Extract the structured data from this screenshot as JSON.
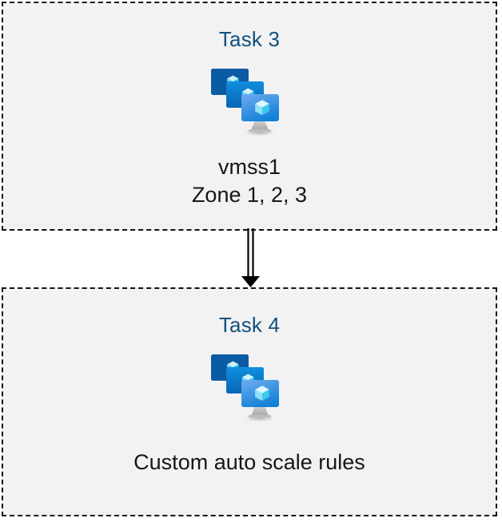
{
  "diagram": {
    "background_color": "#ffffff",
    "box_fill_color": "#f2f2f2",
    "box_border_color": "#141414",
    "title_color": "#12517e",
    "caption_color": "#161616",
    "connector_color": "#000000"
  },
  "boxes": [
    {
      "id": "task3",
      "title": "Task 3",
      "icon": "azure-vm-scale-set-icon",
      "caption": "vmss1\nZone 1, 2, 3"
    },
    {
      "id": "task4",
      "title": "Task 4",
      "icon": "azure-vm-scale-set-icon",
      "caption": "Custom auto scale rules"
    }
  ],
  "connector": {
    "name": "double-line-down-arrow",
    "direction": "down",
    "from": "task3",
    "to": "task4",
    "style": "double-line-with-filled-arrowhead"
  },
  "icon_palette": {
    "monitor_back": "#0a5ba1",
    "monitor_mid_top": "#0f7fd4",
    "monitor_mid_bottom": "#0a6dbd",
    "monitor_front_top": "#5ea0ea",
    "monitor_front_bottom": "#0f83d9",
    "cube_light": "#c8f0fb",
    "cube_mid": "#8fe0f7",
    "cube_dark": "#32c3ef",
    "stand": "#b3b3b3"
  }
}
